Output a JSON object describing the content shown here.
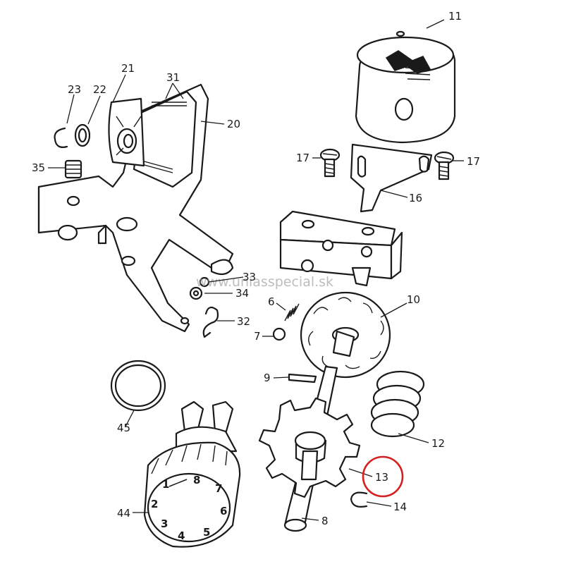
{
  "watermark": "www.uniasspecial.sk",
  "highlight_color": "#d42020",
  "callouts": {
    "p6": "6",
    "p7": "7",
    "p8": "8",
    "p9": "9",
    "p10": "10",
    "p11": "11",
    "p12": "12",
    "p13": "13",
    "p14": "14",
    "p16": "16",
    "p17a": "17",
    "p17b": "17",
    "p20": "20",
    "p21": "21",
    "p22": "22",
    "p23": "23",
    "p31": "31",
    "p32": "32",
    "p33": "33",
    "p34": "34",
    "p35": "35",
    "p44": "44",
    "p45": "45"
  },
  "highlighted_part": "13",
  "dial_numbers": [
    "1",
    "2",
    "3",
    "4",
    "5",
    "6",
    "7",
    "8"
  ]
}
